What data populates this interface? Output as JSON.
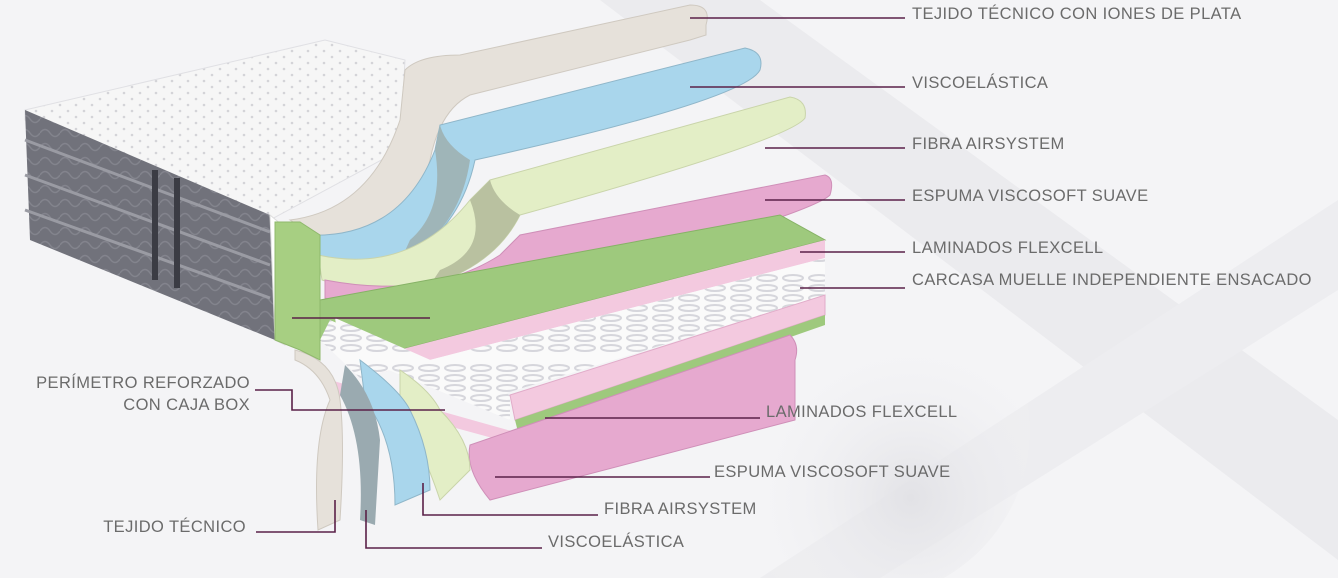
{
  "diagram": {
    "colors": {
      "leader_line": "#5a2048",
      "label_text": "#6b6b6b",
      "tejido_tecnico": "#e6e1da",
      "viscoelastica": "#a9d6ec",
      "fibra_airsystem": "#e3eec6",
      "espuma_viscosoft": "#e6a9cf",
      "laminados_flexcell": "#9ec97d",
      "carcasa_muelle": "#f3c9df",
      "perimetro": "#a7cf82",
      "mattress_side": "#6f7079",
      "mattress_top": "#f5f5f5"
    },
    "labels": {
      "top_fabric": "TEJIDO TÉCNICO CON IONES DE PLATA",
      "top_visco": "VISCOELÁSTICA",
      "top_fibra": "FIBRA AIRSYSTEM",
      "top_espuma": "ESPUMA VISCOSOFT SUAVE",
      "top_laminados": "LAMINADOS FLEXCELL",
      "springs": "CARCASA MUELLE INDEPENDIENTE ENSACADO",
      "perimeter_line1": "PERÍMETRO REFORZADO",
      "perimeter_line2": "CON CAJA BOX",
      "bottom_laminados": "LAMINADOS FLEXCELL",
      "bottom_espuma": "ESPUMA VISCOSOFT SUAVE",
      "bottom_fibra": "FIBRA AIRSYSTEM",
      "bottom_visco": "VISCOELÁSTICA",
      "bottom_fabric": "TEJIDO TÉCNICO"
    }
  }
}
